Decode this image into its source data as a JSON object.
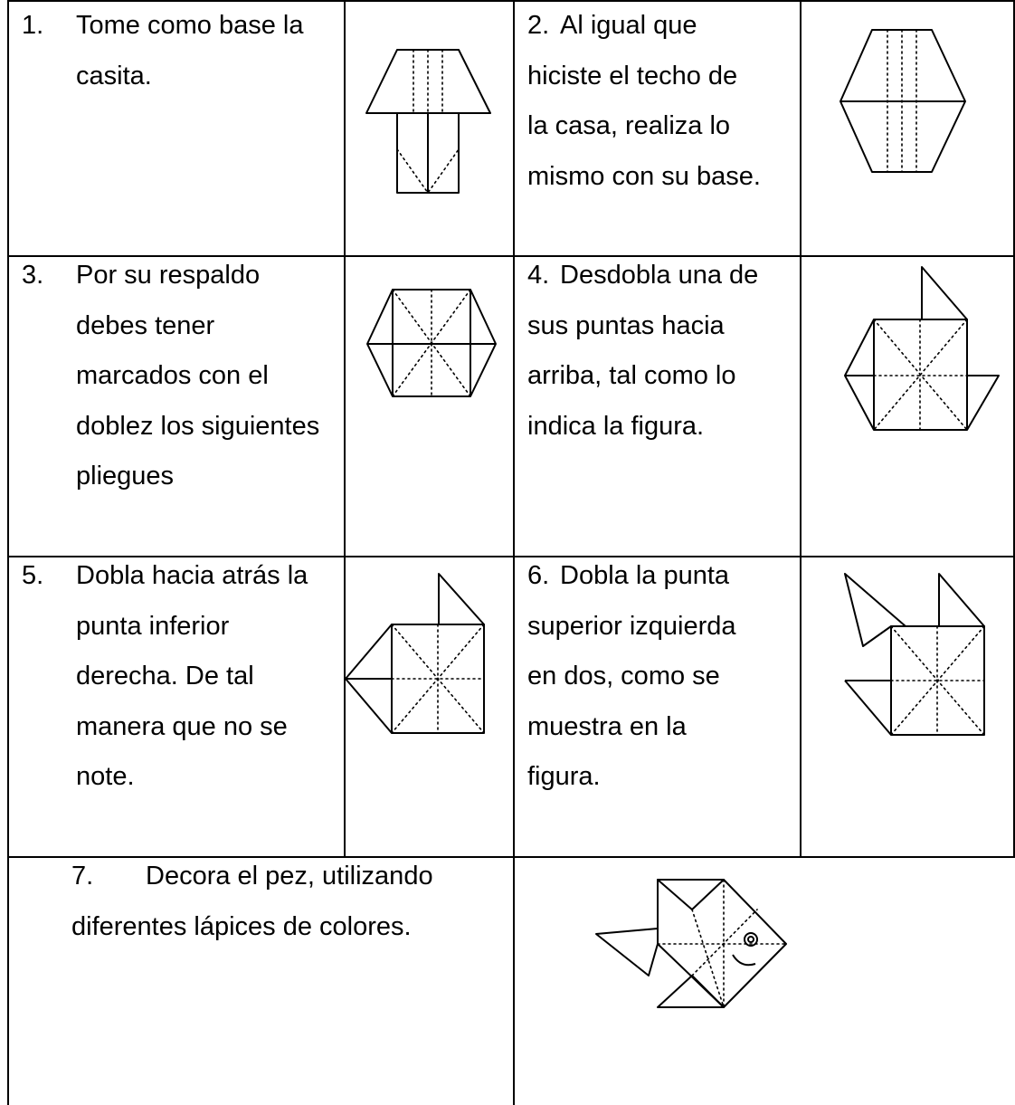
{
  "steps": [
    {
      "number": "1.",
      "lines": [
        "Tome como base la",
        "casita."
      ]
    },
    {
      "number": "2.",
      "lines": [
        "Al igual que",
        "hiciste el techo de",
        "la casa, realiza lo",
        "mismo con su base."
      ]
    },
    {
      "number": "3.",
      "lines": [
        "Por su respaldo",
        "debes tener",
        "marcados con el",
        "doblez los siguientes",
        "pliegues"
      ]
    },
    {
      "number": "4.",
      "lines": [
        "Desdobla una de",
        "sus puntas hacia",
        "arriba, tal como lo",
        "indica la figura."
      ]
    },
    {
      "number": "5.",
      "lines": [
        "Dobla hacia atrás la",
        "punta inferior",
        "derecha. De tal",
        "manera que no se",
        "note."
      ]
    },
    {
      "number": "6.",
      "lines": [
        "Dobla la punta",
        "superior izquierda",
        "en dos, como se",
        "muestra en la",
        "figura."
      ]
    },
    {
      "number": "7.",
      "lines": [
        "Decora el pez, utilizando",
        "diferentes lápices de colores."
      ]
    }
  ],
  "figures": [
    "house-base-figure",
    "hexagon-figure",
    "hexagon-creased-figure",
    "square-one-point-up-figure",
    "square-point-folded-back-figure",
    "square-left-point-folded-figure",
    "decorated-fish-figure"
  ]
}
